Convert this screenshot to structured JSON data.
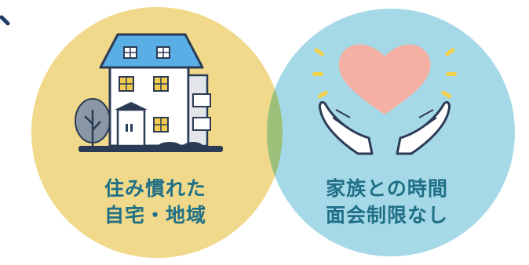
{
  "colors": {
    "left_circle": "#f0d98a",
    "right_circle": "#a6d9e7",
    "overlap": "#9cc07a",
    "text": "#1f6f86",
    "roof": "#59aee6",
    "heart": "#f4b0a2",
    "rays": "#f2d14a"
  },
  "left": {
    "line1": "住み慣れた",
    "line2": "自宅・地域",
    "icon": "house-icon"
  },
  "right": {
    "line1": "家族との時間",
    "line2": "面会制限なし",
    "icon": "heart-hands-icon"
  }
}
